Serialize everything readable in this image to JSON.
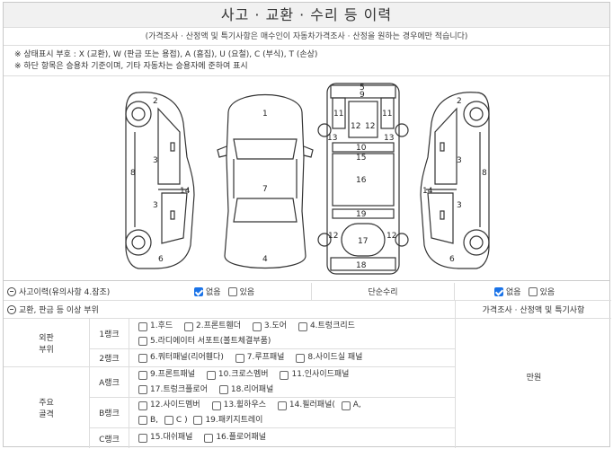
{
  "title": "사고 · 교환 · 수리 등 이력",
  "subtitle": "(가격조사 · 산정액 및 특기사항은 매수인이 자동차가격조사 · 산정을 원하는 경우에만 적습니다)",
  "legend": {
    "line1": "※ 상태표시 부호 : X (교환), W (판금 또는 용접), A (흠집), U (요철), C (부식), T (손상)",
    "line2": "※ 하단 항목은 승용차 기준이며, 기타 자동차는 승용자에 준하여 표시"
  },
  "diagram": {
    "left_side": [
      "2",
      "3",
      "8",
      "14",
      "3",
      "6"
    ],
    "top": [
      "1",
      "7",
      "4"
    ],
    "underbody": [
      "5",
      "9",
      "11",
      "11",
      "12",
      "12",
      "13",
      "13",
      "10",
      "15",
      "16",
      "19",
      "12",
      "12",
      "17",
      "18"
    ],
    "right_side": [
      "2",
      "3",
      "14",
      "8",
      "3",
      "6"
    ]
  },
  "accident": {
    "label": "사고이력(유의사항 4.잠조)",
    "no": "없음",
    "yes": "있음",
    "simple_repair": "단순수리",
    "repair_no": "없음",
    "repair_yes": "있음"
  },
  "exchange": {
    "label": "교환, 판금 등 이상 부위",
    "price_label": "가격조사 · 산정액 및 특기사항"
  },
  "groups": {
    "outer": "외판\n부위",
    "main": "주요\n골격",
    "amount": "만원"
  },
  "ranks": {
    "r1": "1랭크",
    "r2": "2랭크",
    "ra": "A랭크",
    "rb": "B랭크",
    "rc": "C랭크"
  },
  "items": {
    "r1": [
      "1.후드",
      "2.프론트휀더",
      "3.도어",
      "4.트렁크리드",
      "5.라디에이터 서포트(볼트체결부품)"
    ],
    "r2": [
      "6.쿼터패널(리어휀다)",
      "7.루프패널",
      "8.사이드실 패널"
    ],
    "ra": [
      "9.프론트패널",
      "10.크로스멤버",
      "11.인사이드패널",
      "17.트렁크플로어",
      "18.리어패널"
    ],
    "rb": [
      "12.사이드멤버",
      "13.휠하우스",
      "14.필러패널(",
      "A,",
      "B,",
      "C )",
      "19.패키지트레이"
    ],
    "rc": [
      "15.대쉬패널",
      "16.플로어패널"
    ]
  }
}
